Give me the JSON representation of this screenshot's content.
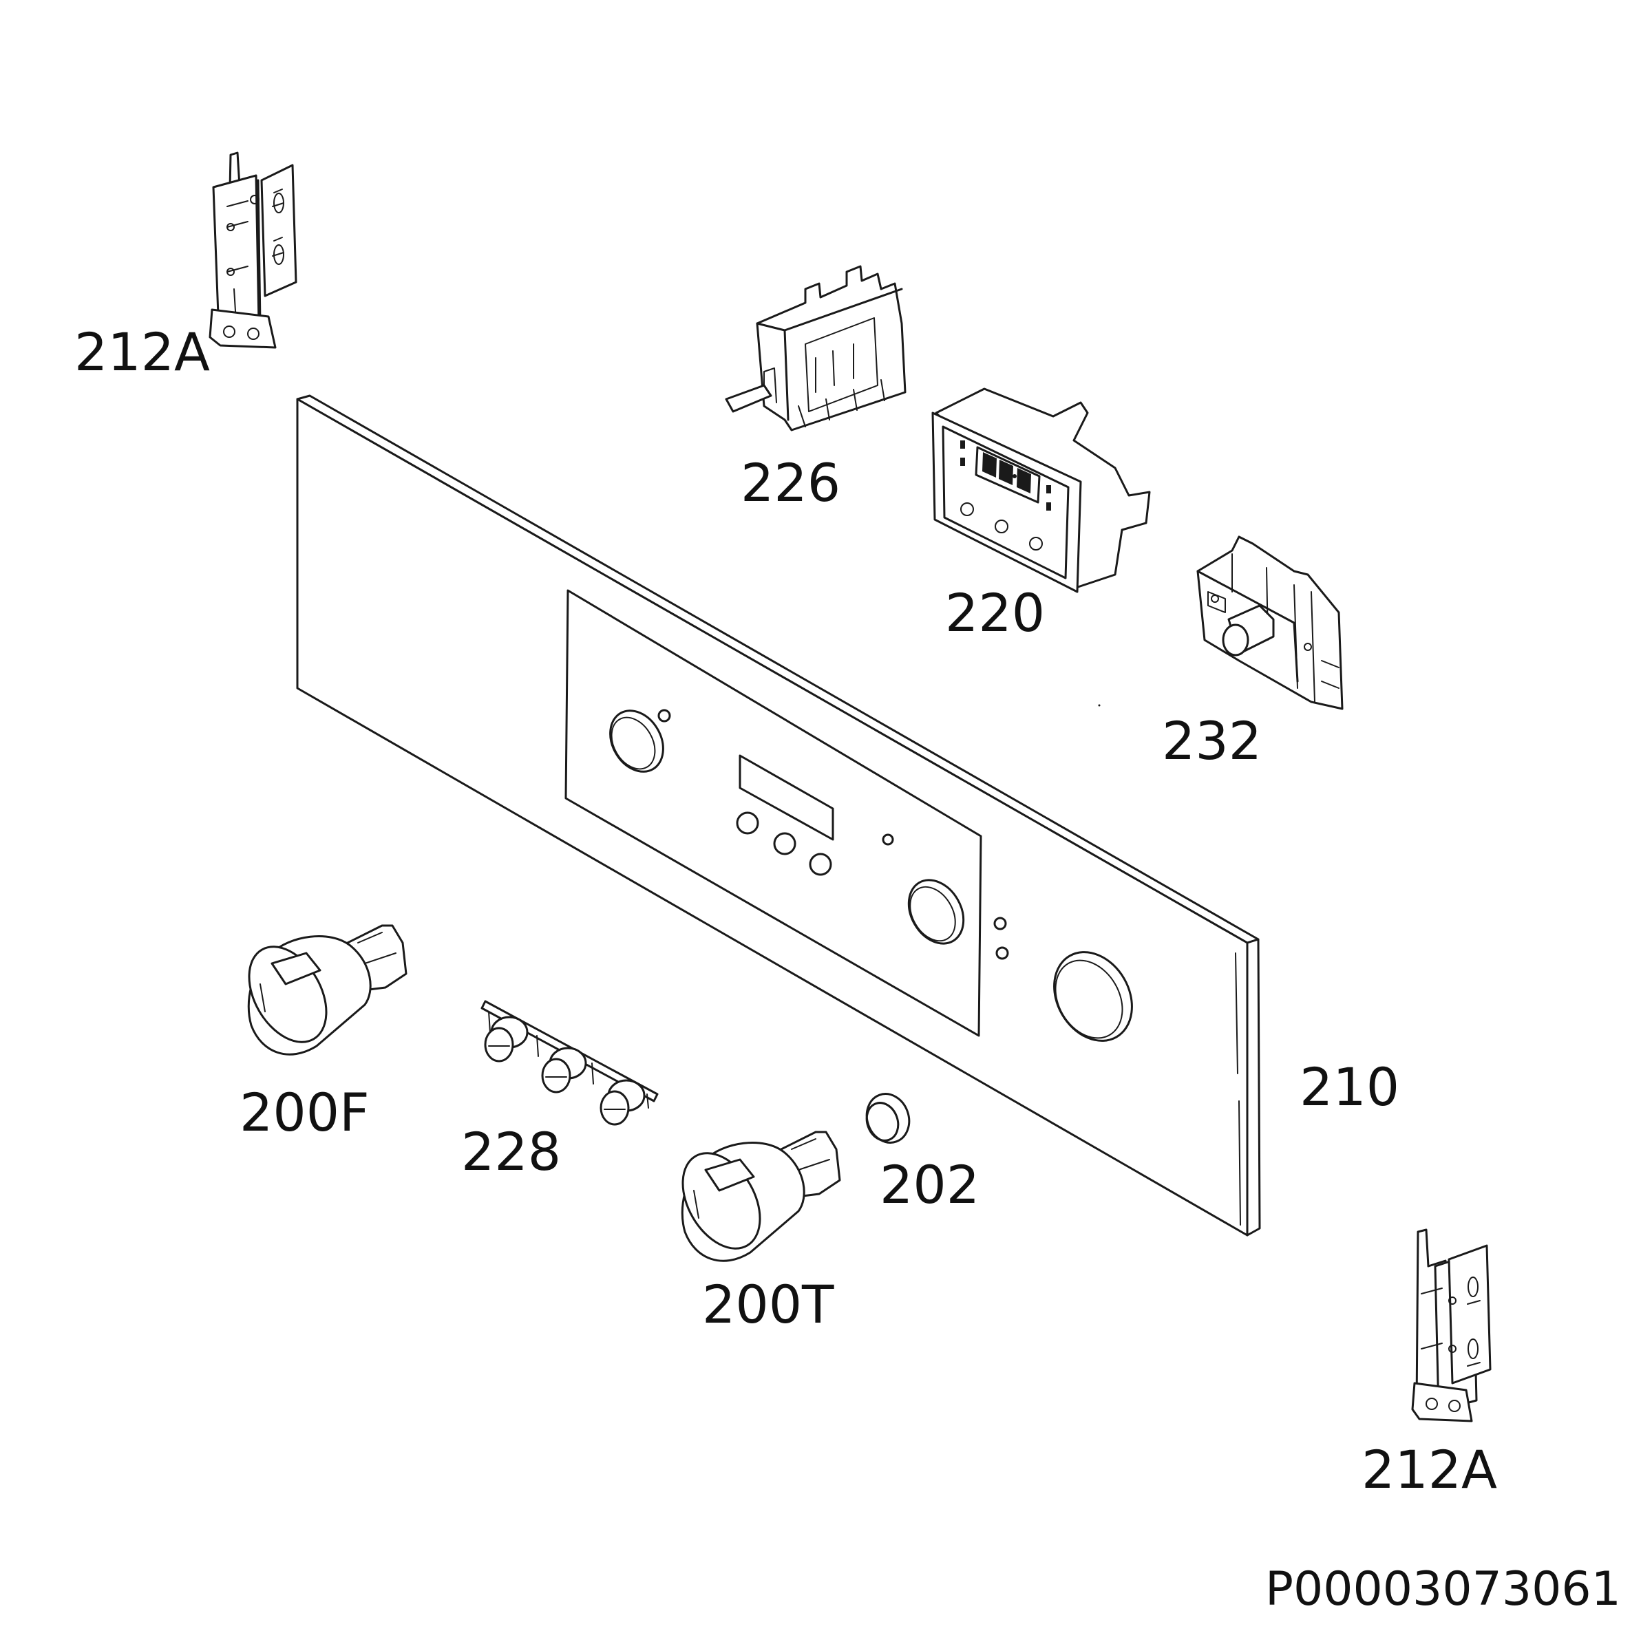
{
  "labels": {
    "hinge_top": "212A",
    "selector": "226",
    "timer": "220",
    "thermostat": "232",
    "panel": "210",
    "knob_function": "200F",
    "push_buttons": "228",
    "ring": "202",
    "knob_temp": "200T",
    "hinge_bottom": "212A"
  },
  "drawing_code": "P00003073061"
}
